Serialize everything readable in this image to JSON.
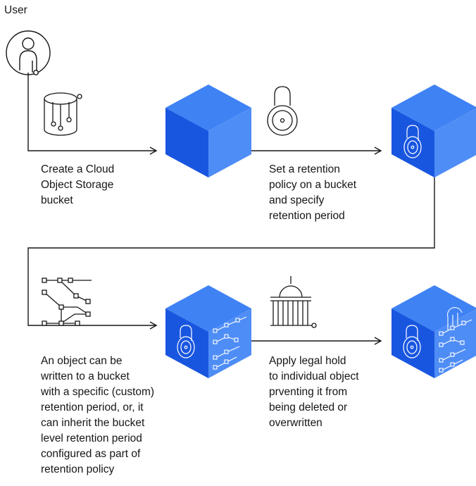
{
  "user": {
    "label": "User"
  },
  "steps": [
    {
      "lines": [
        "Create a Cloud",
        "Object Storage",
        "bucket"
      ]
    },
    {
      "lines": [
        "Set a retention",
        "policy on a bucket",
        "and specify",
        "retention period"
      ]
    },
    {
      "lines": [
        "An object can be",
        "written to a bucket",
        "with a specific (custom)",
        "retention period, or, it",
        "can inherit the bucket",
        "level retention period",
        "configured as part of",
        "retention policy"
      ]
    },
    {
      "lines": [
        "Apply legal hold",
        "to individual object",
        "prventing it from",
        "being deleted or",
        "overwritten"
      ]
    }
  ],
  "colors": {
    "cube_top": "#3f82f4",
    "cube_left": "#1956e0",
    "cube_right": "#4f8df6",
    "line": "#161616",
    "icon_stroke": "#ffffff"
  },
  "icons": [
    "user-icon",
    "bucket-icon",
    "lock-icon",
    "retention-policy-icon",
    "legal-hold-icon"
  ]
}
